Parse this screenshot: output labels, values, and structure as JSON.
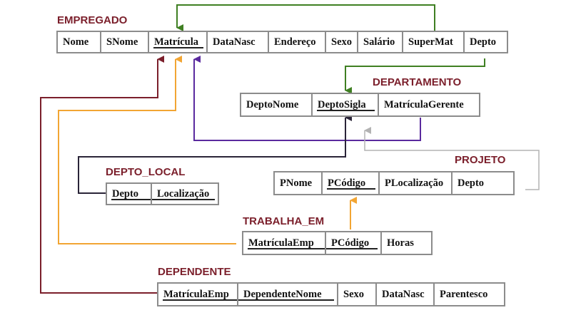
{
  "tables": {
    "empregado": {
      "name": "EMPREGADO",
      "fields": [
        "Nome",
        "SNome",
        "Matrícula",
        "DataNasc",
        "Endereço",
        "Sexo",
        "Salário",
        "SuperMat",
        "Depto"
      ]
    },
    "departamento": {
      "name": "DEPARTAMENTO",
      "fields": [
        "DeptoNome",
        "DeptoSigla",
        "MatrículaGerente"
      ]
    },
    "depto_local": {
      "name": "DEPTO_LOCAL",
      "fields": [
        "Depto",
        "Localização"
      ]
    },
    "projeto": {
      "name": "PROJETO",
      "fields": [
        "PNome",
        "PCódigo",
        "PLocalização",
        "Depto"
      ]
    },
    "trabalha_em": {
      "name": "TRABALHA_EM",
      "fields": [
        "MatrículaEmp",
        "PCódigo",
        "Horas"
      ]
    },
    "dependente": {
      "name": "DEPENDENTE",
      "fields": [
        "MatrículaEmp",
        "DependenteNome",
        "Sexo",
        "DataNasc",
        "Parentesco"
      ]
    }
  },
  "colors": {
    "table_title": "#7b1f2b",
    "supervisor_link": "#3f7f22",
    "manager_link": "#5a2a9e",
    "dept_link": "#2a2438",
    "works_on_link": "#f2a533",
    "dependent_link": "#7b1f2b",
    "project_dept_link": "#b3b3b3"
  }
}
